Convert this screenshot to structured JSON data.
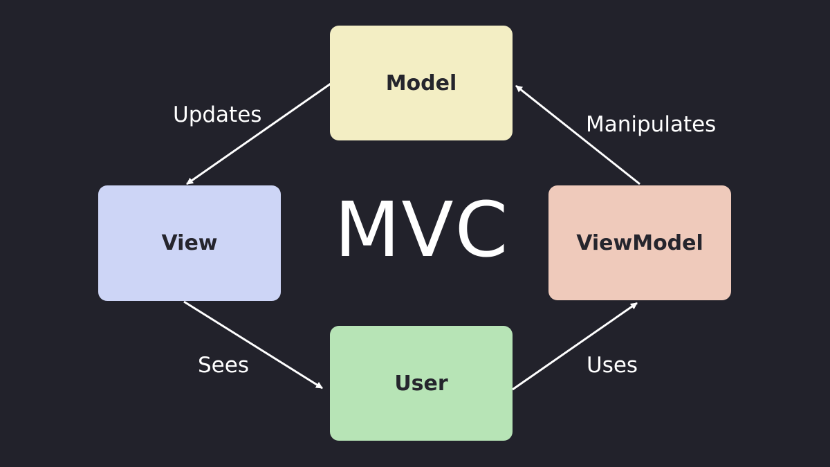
{
  "title": "MVC",
  "nodes": {
    "model": {
      "label": "Model",
      "color": "#f3eec4"
    },
    "view": {
      "label": "View",
      "color": "#cdd5f6"
    },
    "viewmodel": {
      "label": "ViewModel",
      "color": "#efcabb"
    },
    "user": {
      "label": "User",
      "color": "#b7e4b6"
    }
  },
  "edges": [
    {
      "from": "Model",
      "to": "View",
      "label": "Updates"
    },
    {
      "from": "ViewModel",
      "to": "Model",
      "label": "Manipulates"
    },
    {
      "from": "View",
      "to": "User",
      "label": "Sees"
    },
    {
      "from": "User",
      "to": "ViewModel",
      "label": "Uses"
    }
  ],
  "colors": {
    "background": "#22222b",
    "text": "#ffffff",
    "arrow": "#ffffff",
    "box_text": "#25252d"
  }
}
